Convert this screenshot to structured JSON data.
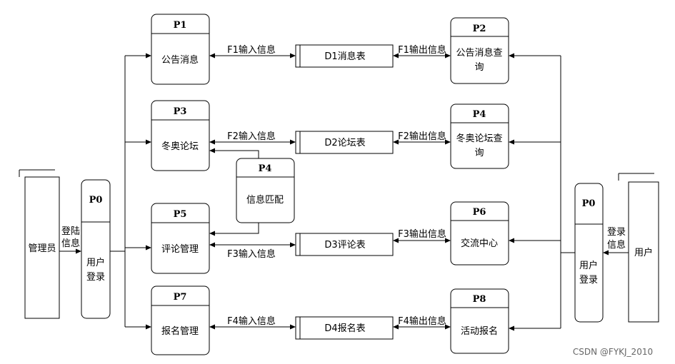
{
  "entities": {
    "admin": "管理员",
    "user": "用户"
  },
  "processes": {
    "p0_left": {
      "id": "P0",
      "name_lines": [
        "用户",
        "登录"
      ]
    },
    "p0_right": {
      "id": "P0",
      "name_lines": [
        "用户",
        "登录"
      ]
    },
    "p1": {
      "id": "P1",
      "name_lines": [
        "公告消息"
      ]
    },
    "p2": {
      "id": "P2",
      "name_lines": [
        "公告消息查",
        "询"
      ]
    },
    "p3": {
      "id": "P3",
      "name_lines": [
        "冬奥论坛"
      ]
    },
    "p4_center": {
      "id": "P4",
      "name_lines": [
        "信息匹配"
      ]
    },
    "p4_right": {
      "id": "P4",
      "name_lines": [
        "冬奥论坛查",
        "询"
      ]
    },
    "p5": {
      "id": "P5",
      "name_lines": [
        "评论管理"
      ]
    },
    "p6": {
      "id": "P6",
      "name_lines": [
        "交流中心"
      ]
    },
    "p7": {
      "id": "P7",
      "name_lines": [
        "报名管理"
      ]
    },
    "p8": {
      "id": "P8",
      "name_lines": [
        "活动报名"
      ]
    }
  },
  "data_stores": {
    "d1": "D1消息表",
    "d2": "D2论坛表",
    "d3": "D3评论表",
    "d4": "D4报名表"
  },
  "flows": {
    "admin_login": [
      "登陆",
      "信息"
    ],
    "user_login": [
      "登录",
      "信息"
    ],
    "f1_in": "F1输入信息",
    "f1_out": "F1输出信息",
    "f2_in": "F2输入信息",
    "f2_out": "F2输出信息",
    "f3_in": "F3输入信息",
    "f3_out": "F3输出信息",
    "f4_in": "F4输入信息",
    "f4_out": "F4输出信息"
  },
  "watermark": "CSDN @FYKJ_2010"
}
